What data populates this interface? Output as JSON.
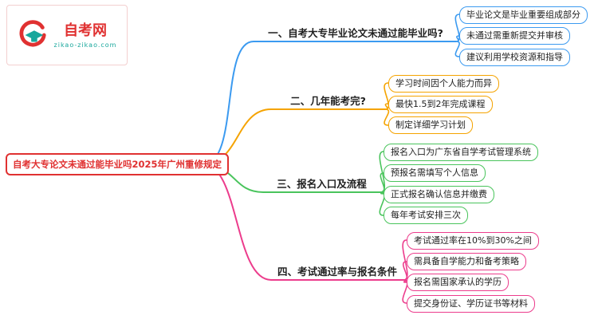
{
  "site": {
    "name": "自考网",
    "domain": "zikao-zikao.com",
    "brand_red": "#e03131",
    "brand_teal": "#18a79c"
  },
  "root": {
    "label": "自考大专论文未通过能毕业吗2025年广州重修规定",
    "color": "#e03131"
  },
  "branches": [
    {
      "label": "一、自考大专毕业论文未通过能毕业吗?",
      "color": "#3b9af0",
      "children": [
        "毕业论文是毕业重要组成部分",
        "未通过需重新提交并审核",
        "建议利用学校资源和指导"
      ]
    },
    {
      "label": "二、几年能考完?",
      "color": "#f5a300",
      "children": [
        "学习时间因个人能力而异",
        "最快1.5到2年完成课程",
        "制定详细学习计划"
      ]
    },
    {
      "label": "三、报名入口及流程",
      "color": "#49c45c",
      "children": [
        "报名入口为广东省自学考试管理系统",
        "预报名需填写个人信息",
        "正式报名确认信息并缴费",
        "每年考试安排三次"
      ]
    },
    {
      "label": "四、考试通过率与报名条件",
      "color": "#ec3c8c",
      "children": [
        "考试通过率在10%到30%之间",
        "需具备自学能力和备考策略",
        "报名需国家承认的学历",
        "提交身份证、学历证书等材料"
      ]
    }
  ]
}
